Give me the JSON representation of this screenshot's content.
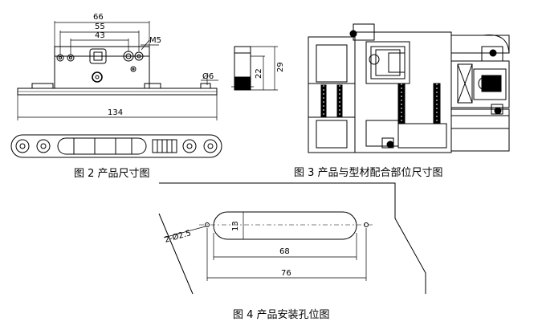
{
  "fig2": {
    "caption": "图 2 产品尺寸图",
    "dim_66": "66",
    "dim_55": "55",
    "dim_43": "43",
    "dim_m5": "M5",
    "dim_134": "134",
    "dim_phi6": "Ø6",
    "dim_22": "22",
    "dim_29": "29"
  },
  "fig3": {
    "caption": "图 3 产品与型材配合部位尺寸图"
  },
  "fig4": {
    "caption": "图 4  产品安装孔位图",
    "dim_hole": "2-Ø2.5",
    "dim_13": "13",
    "dim_68": "68",
    "dim_76": "76"
  }
}
